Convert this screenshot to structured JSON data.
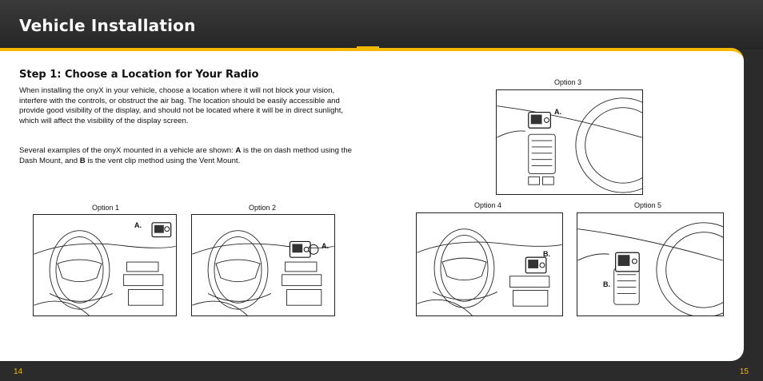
{
  "header": {
    "title": "Vehicle Installation"
  },
  "section": {
    "step_title": "Step 1: Choose a Location for Your Radio",
    "paragraph1": "When installing the onyX in your vehicle, choose a location where it will not block your vision, interfere with the controls, or obstruct the air bag. The location should be easily accessible and provide good visibility of the display, and should not be located where it will be in direct sunlight, which will affect the visibility of the display screen.",
    "paragraph2_pre": "Several examples of the onyX mounted in a vehicle are shown: ",
    "paragraph2_a": "A",
    "paragraph2_mid": " is the on dash method using the Dash Mount, and ",
    "paragraph2_b": "B",
    "paragraph2_post": " is the vent clip method using the Vent Mount."
  },
  "figures": [
    {
      "caption": "Option 1",
      "label": "A."
    },
    {
      "caption": "Option 2",
      "label": "A."
    },
    {
      "caption": "Option 3",
      "label": "A."
    },
    {
      "caption": "Option 4",
      "label": "B."
    },
    {
      "caption": "Option 5",
      "label": "B."
    }
  ],
  "footer": {
    "left_page": "14",
    "right_page": "15"
  },
  "colors": {
    "accent": "#f5b800",
    "header_bg": "#2b2b2b"
  }
}
